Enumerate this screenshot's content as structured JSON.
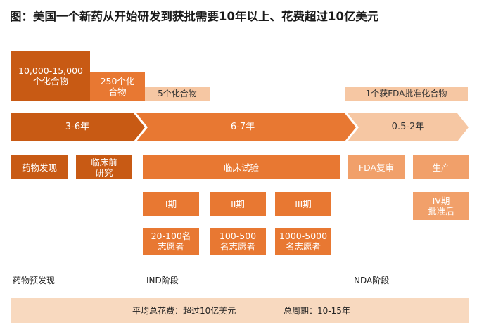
{
  "title": "图：美国一个新药从开始研发到获批需要10年以上、花费超过10亿美元",
  "compounds": {
    "initial": "10,000-15,000\n个化合物",
    "preclinical": "250个化\n合物",
    "clinical": "5个化合物",
    "approved": "1个获FDA批准化合物"
  },
  "timeline": {
    "phase1": "3-6年",
    "phase2": "6-7年",
    "phase3": "0.5-2年"
  },
  "stages": {
    "drug_discovery": "药物发现",
    "preclinical_research": "临床前\n研究",
    "clinical_trials": "临床试验",
    "phase_i": "I期",
    "phase_ii": "II期",
    "phase_iii": "III期",
    "volunteers_i": "20-100名\n志愿者",
    "volunteers_ii": "100-500\n名志愿者",
    "volunteers_iii": "1000-5000\n名志愿者",
    "fda_review": "FDA复审",
    "production": "生产",
    "phase_iv": "IV期\n批准后"
  },
  "periods": {
    "discovery": "药物预发现",
    "ind": "IND阶段",
    "nda": "NDA阶段"
  },
  "footer": {
    "cost": "平均总花费：超过10亿美元",
    "duration": "总周期：10-15年"
  },
  "colors": {
    "dark_orange": "#c85a14",
    "orange": "#e87832",
    "light_orange": "#f1a06a",
    "pale_orange": "#f6c7a3"
  }
}
